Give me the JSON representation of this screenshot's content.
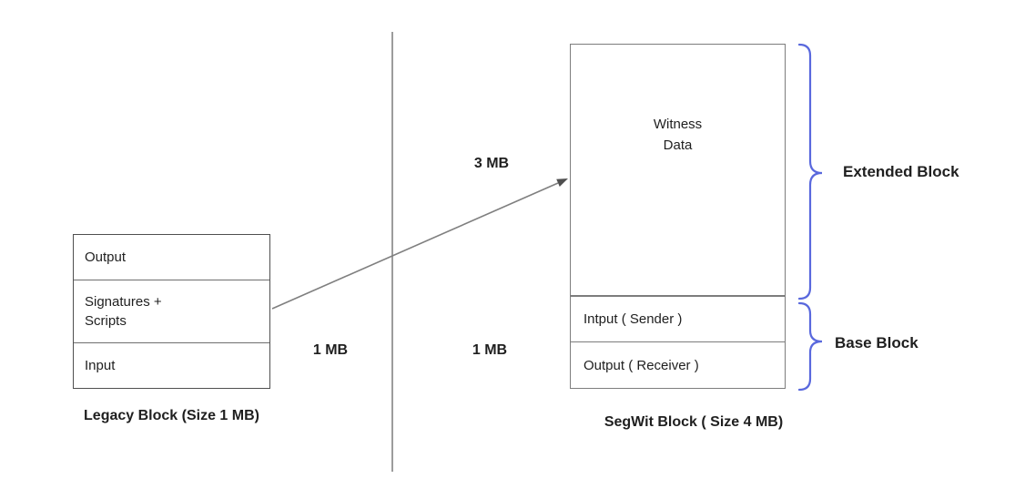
{
  "diagram": {
    "legacy": {
      "sections": [
        "Output",
        "Signatures +\nScripts",
        "Input"
      ],
      "caption": "Legacy Block (Size 1 MB)"
    },
    "segwit": {
      "witness": "Witness\nData",
      "sections": [
        "Intput ( Sender )",
        "Output ( Receiver )"
      ],
      "caption": "SegWit Block ( Size 4 MB)"
    },
    "labels": {
      "arrow_size": "3 MB",
      "legacy_size": "1 MB",
      "segwit_base_size": "1 MB",
      "extended_block": "Extended Block",
      "base_block": "Base Block"
    },
    "colors": {
      "brace": "#5968dd",
      "arrow": "#7f7f7f",
      "arrow_head": "#4f4f4f",
      "divider": "#9c9c9c",
      "legacy_border": "#4f4f4f",
      "segwit_border": "#7d7d7d",
      "text": "#1f1f1f",
      "background": "#ffffff"
    }
  }
}
